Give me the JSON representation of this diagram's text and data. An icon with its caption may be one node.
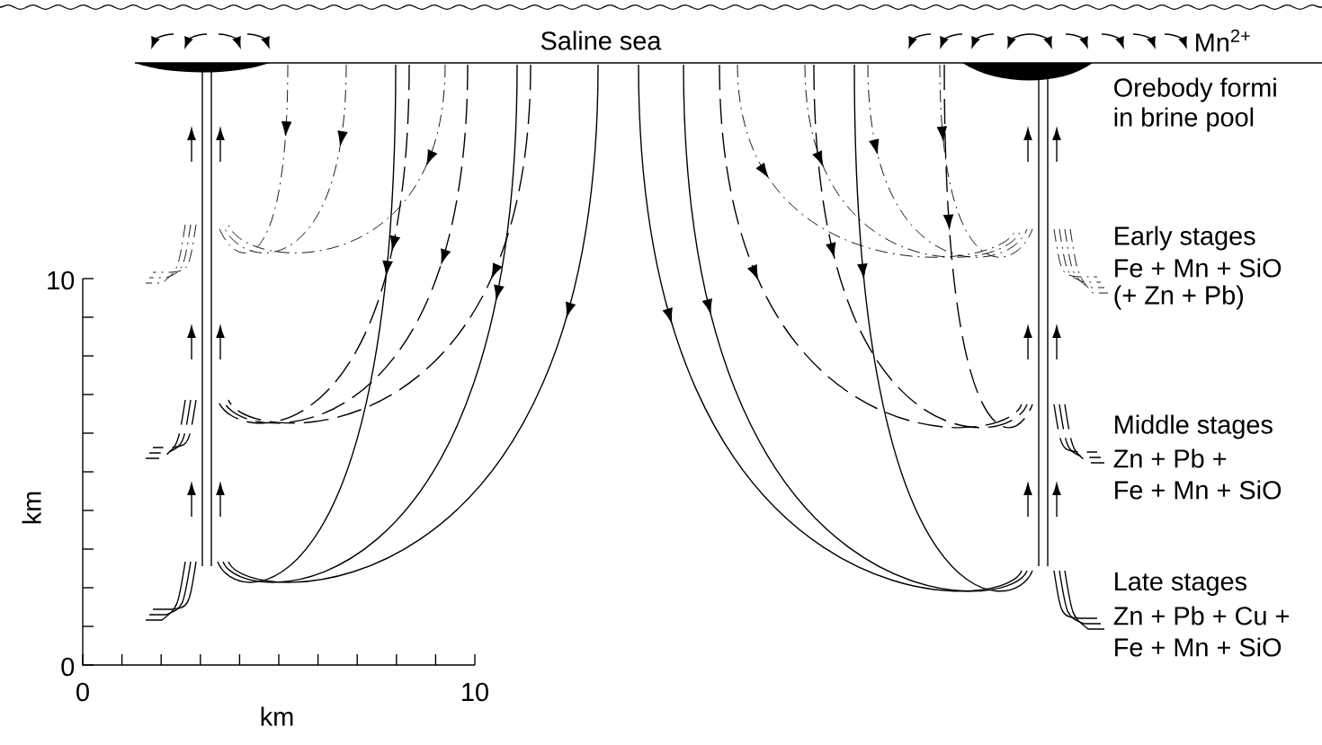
{
  "diagram": {
    "labels": [
      "Saline sea",
      "Mn$^{2+}$",
      "Orebody formi",
      "in brine pool",
      "Early stages",
      "Fe + Mn + SiO",
      "(+ Zn + Pb)",
      "10",
      "Middle stages",
      "Zn + Pb +",
      "Fe + Mn + SiO",
      "km",
      "Late stages",
      "Zn + Pb + Cu +",
      "Fe + Mn + SiO",
      "0",
      "0",
      "10",
      "km"
    ]
  }
}
